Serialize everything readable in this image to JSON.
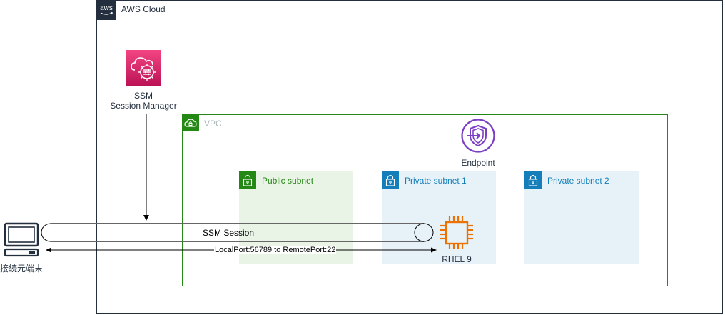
{
  "diagram": {
    "aws_cloud": {
      "label": "AWS Cloud",
      "badge_text": "aws",
      "border_color": "#232f3e"
    },
    "ssm": {
      "label_line1": "SSM",
      "label_line2": "Session Manager",
      "color": "#e7157b"
    },
    "vpc": {
      "label": "VPC",
      "border_color": "#248814"
    },
    "endpoint": {
      "label": "Endpoint",
      "color": "#8c4fff"
    },
    "subnets": [
      {
        "label": "Public subnet",
        "bg": "#e9f3e6",
        "badge": "#248814",
        "text_color": "#248814"
      },
      {
        "label": "Private subnet 1",
        "bg": "#e6f2f8",
        "badge": "#147eba",
        "text_color": "#147eba"
      },
      {
        "label": "Private subnet 2",
        "bg": "#e6f2f8",
        "badge": "#147eba",
        "text_color": "#147eba"
      }
    ],
    "instance": {
      "label": "RHEL 9",
      "color": "#ed7100"
    },
    "client": {
      "label": "接続元端末"
    },
    "session": {
      "label": "SSM Session"
    },
    "port_forward": {
      "label": "LocalPort:56789 to RemotePort:22"
    }
  }
}
